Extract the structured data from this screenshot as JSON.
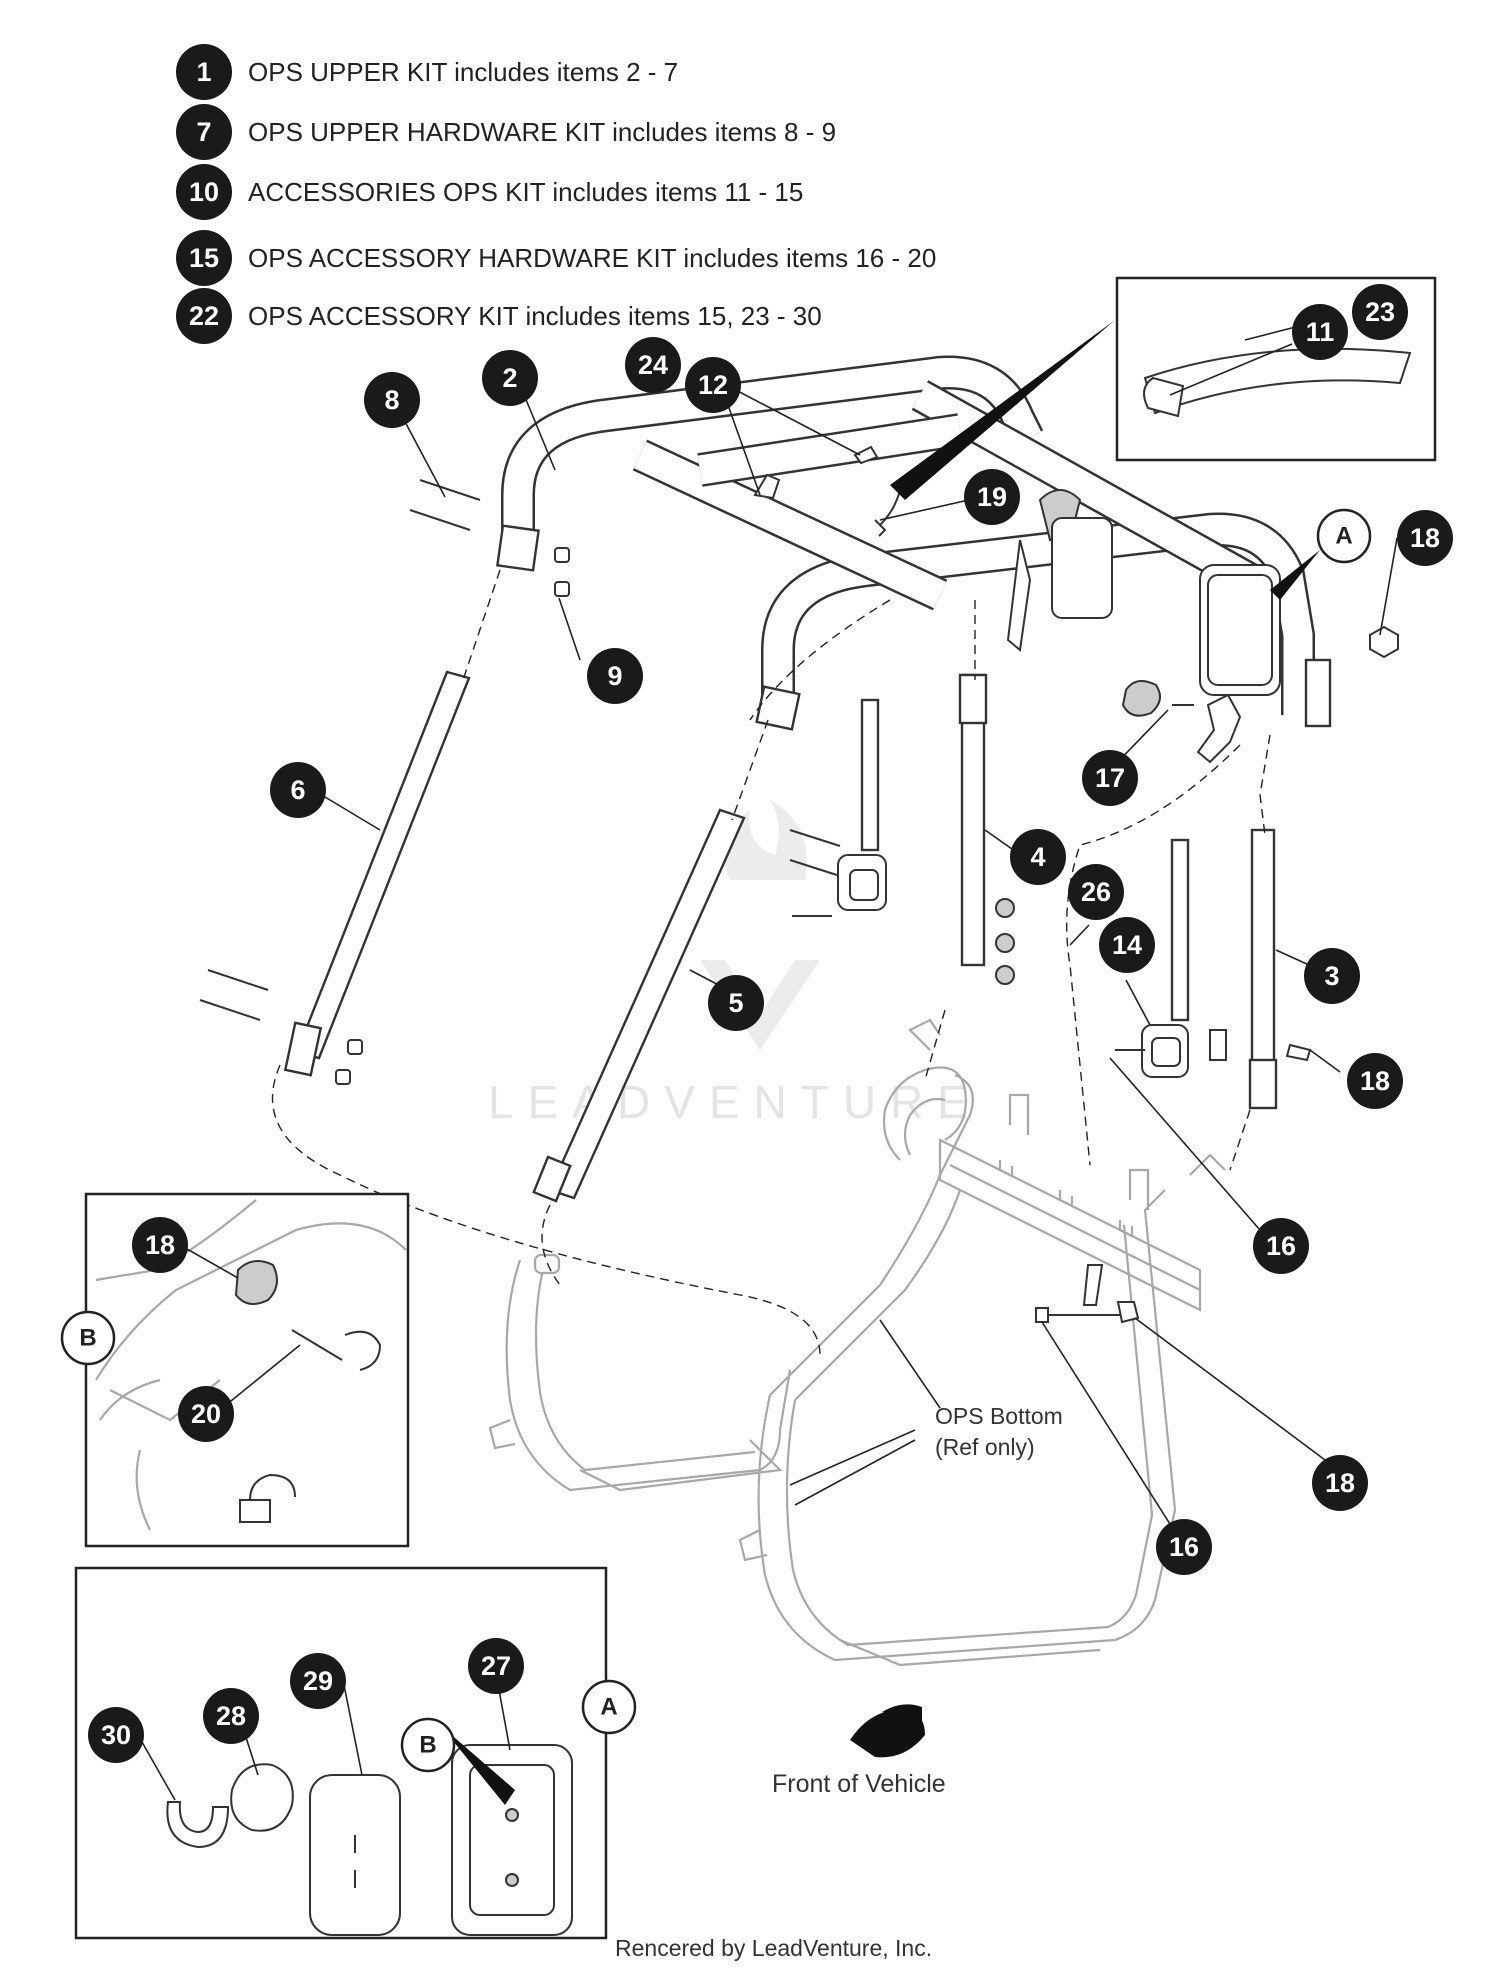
{
  "kits": [
    {
      "num": "1",
      "text": "OPS UPPER KIT includes items 2 - 7"
    },
    {
      "num": "7",
      "text": "OPS UPPER HARDWARE KIT includes items 8 - 9"
    },
    {
      "num": "10",
      "text": "ACCESSORIES OPS KIT includes items 11 - 15"
    },
    {
      "num": "15",
      "text": "OPS ACCESSORY HARDWARE KIT includes items 16 - 20"
    },
    {
      "num": "22",
      "text": "OPS ACCESSORY KIT includes items 15, 23 - 30"
    }
  ],
  "callouts": [
    "2",
    "8",
    "24",
    "12",
    "19",
    "23",
    "11",
    "18",
    "9",
    "6",
    "4",
    "17",
    "26",
    "14",
    "3",
    "5",
    "18",
    "16",
    "18",
    "16",
    "18",
    "20",
    "29",
    "27",
    "28",
    "30"
  ],
  "detail_letters": [
    "A",
    "B",
    "A",
    "B"
  ],
  "labels": {
    "ops_bottom_line1": "OPS Bottom",
    "ops_bottom_line2": "(Ref only)",
    "front_of_vehicle": "Front of Vehicle",
    "rendered_by": "Rencered by LeadVenture, Inc."
  },
  "watermark": "LEADVENTURE"
}
